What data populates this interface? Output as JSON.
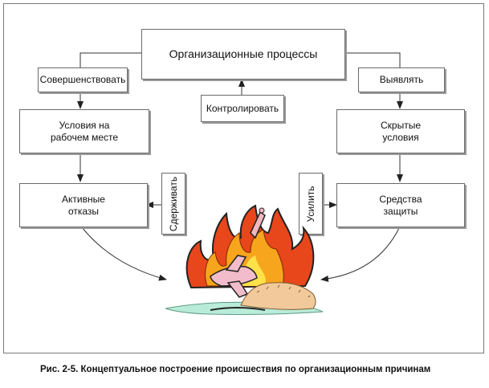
{
  "diagram": {
    "title": "Организационные процессы",
    "labels": {
      "improve": "Совершенствовать",
      "detect": "Выявлять",
      "control": "Контролировать",
      "restrain": "Сдерживать",
      "amplify": "Усилить"
    },
    "nodes": {
      "work_conditions": "Условия на\nрабочем месте",
      "hidden_conditions": "Скрытые\nусловия",
      "active_failures": "Активные\nотказы",
      "defenses": "Средства\nзащиты"
    }
  },
  "caption": "Рис. 2-5.   Концептуальное построение происшествия по организационным причинам"
}
